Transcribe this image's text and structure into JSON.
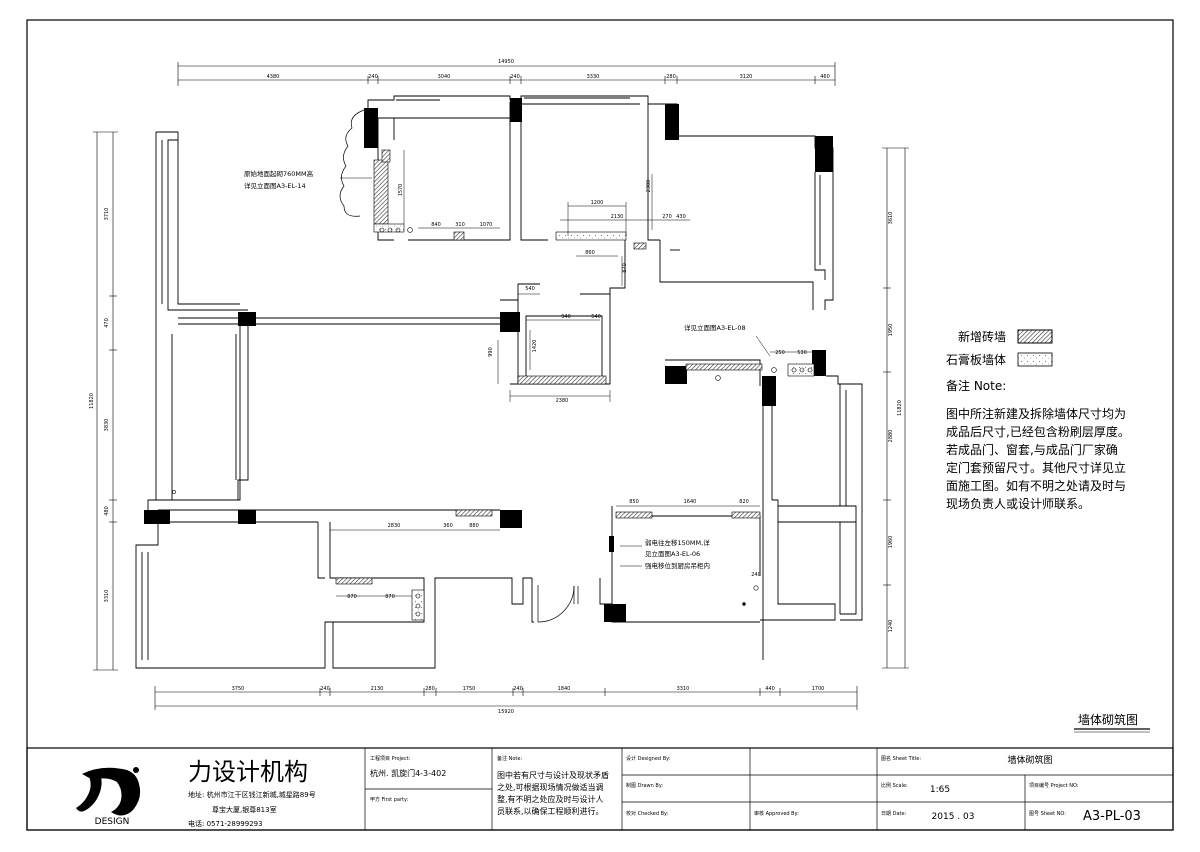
{
  "plan": {
    "top_total": "14950",
    "top_segments": [
      "4380",
      "240",
      "3040",
      "240",
      "3330",
      "280",
      "3120",
      "460"
    ],
    "bottom_total": "15920",
    "bottom_segments": [
      "3750",
      "240",
      "2130",
      "280",
      "1750",
      "240",
      "1840",
      "3310",
      "440",
      "1700"
    ],
    "left_total": "11820",
    "left_segments": [
      "3710",
      "470",
      "3830",
      "480",
      "3310"
    ],
    "right_total": "11820",
    "right_segments": [
      "3610",
      "1950",
      "2880",
      "1960",
      "1240"
    ],
    "internal_dims": {
      "d1200": "1200",
      "d2130": "2130",
      "d270": "270",
      "d430": "430",
      "d860": "860",
      "d840": "840",
      "d310": "310",
      "d1070": "1070",
      "d2300": "2300",
      "d870": "870",
      "d540": "540",
      "d940": "940",
      "d2380": "2380",
      "d990": "990",
      "d1420": "1420",
      "d250": "250",
      "d530": "530",
      "d850": "850",
      "d1640": "1640",
      "d820": "820",
      "d2830": "2830",
      "d360": "360",
      "d880": "880",
      "d870b": "870",
      "d370": "370",
      "d1570": "1570",
      "d240": "240"
    },
    "notes": {
      "raised_line1": "原始地面起砌760MM高",
      "raised_line2": "详见立面图A3-EL-14",
      "elev08": "详见立面图A3-EL-08",
      "weak_line1": "弱电往左移150MM,详",
      "weak_line2": "见立面图A3-EL-06",
      "strong": "强电移位到厨房吊柜内"
    },
    "drawing_title": "墙体砌筑图"
  },
  "legend": {
    "new_brick": "新增砖墙",
    "gypsum": "石膏板墙体",
    "note_title": "备注 Note:",
    "note_lines": [
      "图中所注新建及拆除墙体尺寸均为",
      "成品后尺寸,已经包含粉刷层厚度。",
      "若成品门、窗套,与成品门厂家确",
      "定门套预留尺寸。其他尺寸详见立",
      "面施工图。如有不明之处请及时与",
      "现场负责人或设计师联系。"
    ]
  },
  "title_block": {
    "logo_caption": "DESIGN",
    "company": "力设计机构",
    "address1": "地址: 杭州市江干区钱江新城,城星路89号",
    "address2": "尊宝大厦,银尊813室",
    "phone": "电话: 0571-28999293",
    "project_label": "工程项目 Project:",
    "project_value": "杭州. 凯旋门4-3-402",
    "party_label": "甲方 First party:",
    "remark_label": "备注 Note:",
    "remark_lines": [
      "图中若有尺寸与设计及现状矛盾",
      "之处,可根据现场情况做适当调",
      "整,有不明之处应及时与设计人",
      "员联系,以确保工程顺利进行。"
    ],
    "designed_label": "设计 Designed By:",
    "drawn_label": "制图 Drawn By:",
    "checked_label": "校对 Checked By:",
    "approved_label": "审核 Approved By:",
    "sheet_title_label": "图名 Sheet Title:",
    "sheet_title_value": "墙体砌筑图",
    "scale_label": "比例 Scale:",
    "scale_value": "1:65",
    "project_no_label": "项目编号 Project NO:",
    "date_label": "日期 Date:",
    "date_value": "2015 . 03",
    "sheet_no_label": "图号 Sheet NO:",
    "sheet_no_value": "A3-PL-03"
  },
  "colors": {
    "line": "#000000",
    "hatch": "#6e6e6e",
    "paper": "#ffffff"
  }
}
